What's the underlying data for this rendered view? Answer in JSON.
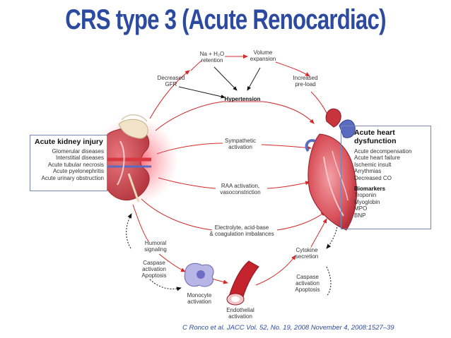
{
  "title": "CRS type 3 (Acute Renocardiac)",
  "aki": {
    "title": "Acute kidney injury",
    "items": [
      "Glomerular diseases",
      "Interstitial diseases",
      "Acute tubular necrosis",
      "Acute pyelonephritis",
      "Acute urinary obstruction"
    ]
  },
  "heart": {
    "title_line1": "Acute heart",
    "title_line2": "dysfunction",
    "items": [
      "Acute decompensation",
      "Acute heart failure",
      "Ischemic insult",
      "Arrythmias",
      "Decreased CO"
    ],
    "biomarkers_title": "Biomarkers",
    "biomarkers": [
      "Troponin",
      "Myoglobin",
      "MPO",
      "BNP"
    ]
  },
  "labels": {
    "na_retention_1": "Na + H₂O",
    "na_retention_2": "retention",
    "volume_1": "Volume",
    "volume_2": "expansion",
    "decreased_gfr_1": "Decreased",
    "decreased_gfr_2": "GFR",
    "increased_preload_1": "Increased",
    "increased_preload_2": "pre-load",
    "hypertension": "Hypertension",
    "sympathetic_1": "Sympathetic",
    "sympathetic_2": "activation",
    "raa_1": "RAA activation,",
    "raa_2": "vasoconstriction",
    "electrolyte_1": "Electrolyte, acid-base",
    "electrolyte_2": "& coagulation imbalances",
    "humoral_1": "Humoral",
    "humoral_2": "signaling",
    "caspase_left_1": "Caspase",
    "caspase_left_2": "activation",
    "caspase_left_3": "Apoptosis",
    "monocyte_1": "Monocyte",
    "monocyte_2": "activation",
    "endothelial_1": "Endothelial",
    "endothelial_2": "activation",
    "cytokine_1": "Cytokine",
    "cytokine_2": "secretion",
    "caspase_right_1": "Caspase",
    "caspase_right_2": "activation",
    "caspase_right_3": "Apoptosis"
  },
  "citation": "C Ronco et al.  JACC Vol. 52, No. 19, 2008 November 4, 2008:1527–39",
  "colors": {
    "title": "#2c4aa0",
    "arrow": "#d42a2a",
    "box_border": "#7b86b8",
    "citation": "#2c4aa0"
  }
}
